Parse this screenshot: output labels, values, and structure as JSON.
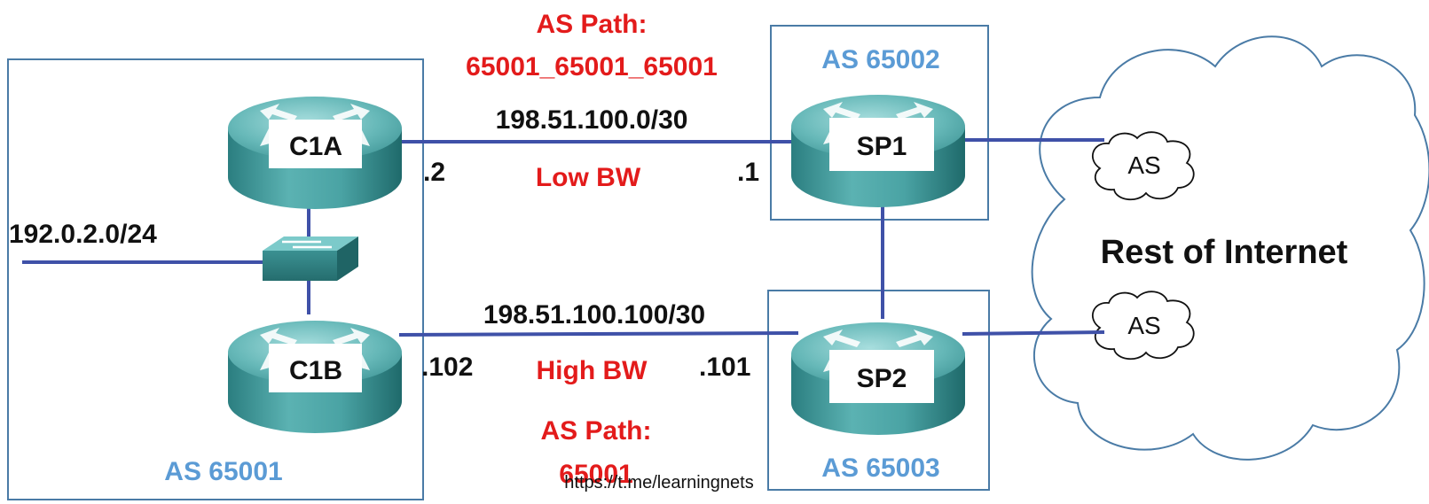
{
  "routers": {
    "c1a": "C1A",
    "c1b": "C1B",
    "sp1": "SP1",
    "sp2": "SP2"
  },
  "autonomous_systems": {
    "customer": "AS 65001",
    "sp1": "AS 65002",
    "sp2": "AS 65003"
  },
  "links": {
    "top": {
      "subnet": "198.51.100.0/30",
      "bandwidth": "Low BW",
      "c1a_addr": ".2",
      "sp1_addr": ".1",
      "as_path_label": "AS Path:",
      "as_path_value": "65001_65001_65001"
    },
    "bottom": {
      "subnet": "198.51.100.100/30",
      "bandwidth": "High BW",
      "c1b_addr": ".102",
      "sp2_addr": ".101",
      "as_path_label": "AS Path:",
      "as_path_value": "65001"
    }
  },
  "lan": {
    "subnet": "192.0.2.0/24"
  },
  "internet": {
    "label": "Rest of Internet",
    "as_top": "AS",
    "as_bottom": "AS"
  },
  "watermark": "https://t.me/learningnets",
  "colors": {
    "link": "#3f51a8",
    "box": "#4a7ba6",
    "red_text": "#e31b1b",
    "blue_text": "#5b9bd5",
    "router_top": "#5fb3b3",
    "router_side": "#2c7f80"
  }
}
